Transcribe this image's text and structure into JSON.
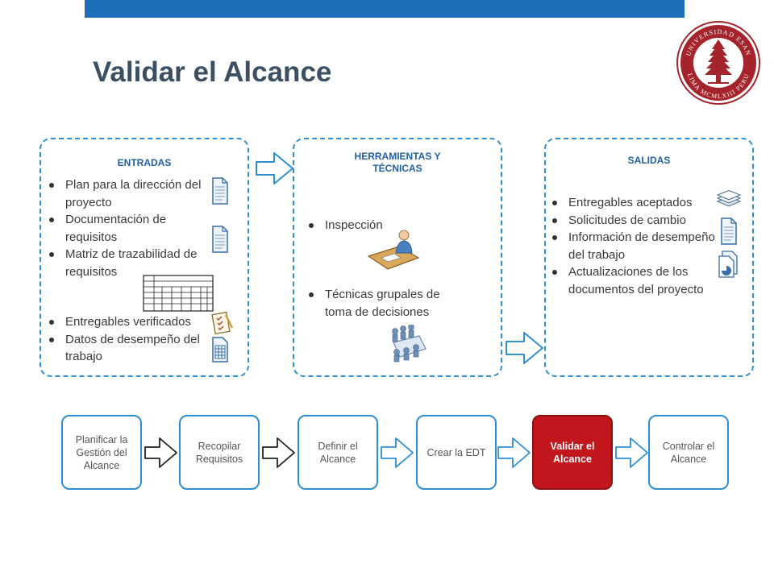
{
  "slide": {
    "title": "Validar el Alcance",
    "brand_color": "#1f6fb8",
    "seal": {
      "text_top": "UNIVERSIDAD ESAN",
      "text_bottom": "LIMA MCMLXIII PERU",
      "color": "#a5232a"
    }
  },
  "inputs": {
    "header": "ENTRADAS",
    "items": [
      "Plan para la dirección del proyecto",
      "Documentación de requisitos",
      "Matriz de trazabilidad de requisitos",
      "Entregables verificados",
      "Datos de desempeño del trabajo"
    ]
  },
  "tools": {
    "header_line1": "HERRAMIENTAS Y",
    "header_line2": "TÉCNICAS",
    "items": [
      "Inspección",
      "Técnicas grupales de toma de decisiones"
    ]
  },
  "outputs": {
    "header": "SALIDAS",
    "items": [
      "Entregables aceptados",
      "Solicitudes de cambio",
      "Información de desempeño del trabajo",
      "Actualizaciones de los documentos del proyecto"
    ]
  },
  "process": {
    "steps": [
      {
        "line1": "Planificar la",
        "line2": "Gestión del",
        "line3": "Alcance"
      },
      {
        "line1": "Recopilar",
        "line2": "Requisitos",
        "line3": ""
      },
      {
        "line1": "Definir el",
        "line2": "Alcance",
        "line3": ""
      },
      {
        "line1": "Crear la EDT",
        "line2": "",
        "line3": ""
      },
      {
        "line1": "Validar el",
        "line2": "Alcance",
        "line3": ""
      },
      {
        "line1": "Controlar el",
        "line2": "Alcance",
        "line3": ""
      }
    ],
    "active_color": "#c3161c"
  }
}
